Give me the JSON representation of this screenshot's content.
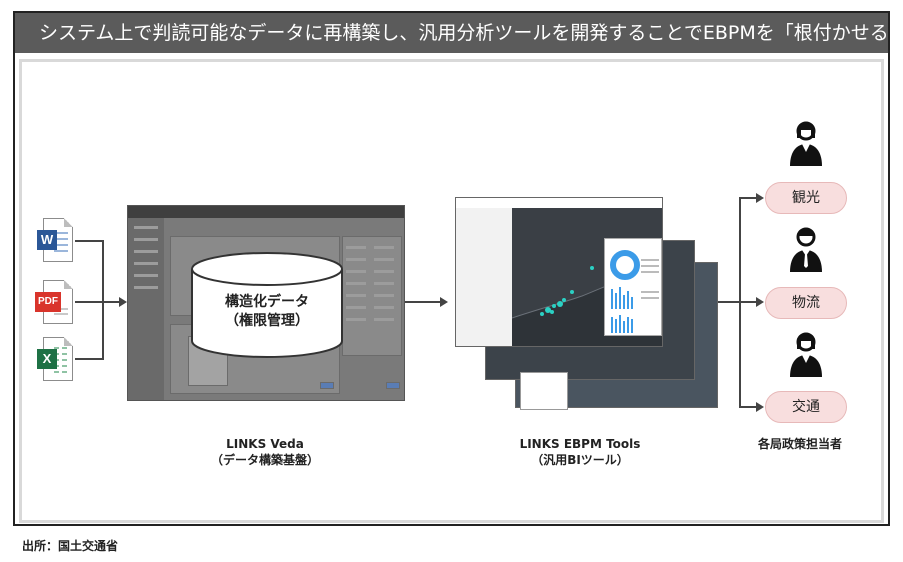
{
  "title": "システム上で判読可能なデータに再構築し、汎用分析ツールを開発することでEBPMを「根付かせる」",
  "inputs": {
    "files": [
      {
        "type": "word",
        "badge": "W",
        "icon": "word-file-icon"
      },
      {
        "type": "pdf",
        "badge": "PDF",
        "icon": "pdf-file-icon"
      },
      {
        "type": "excel",
        "badge": "X",
        "icon": "excel-file-icon"
      }
    ]
  },
  "veda": {
    "cylinder_line1": "構造化データ",
    "cylinder_line2": "（権限管理）",
    "name": "LINKS Veda",
    "sub": "（データ構築基盤）"
  },
  "ebpm": {
    "name": "LINKS EBPM Tools",
    "sub": "（汎用BIツール）"
  },
  "officials": {
    "roles": [
      "観光",
      "物流",
      "交通"
    ],
    "caption": "各局政策担当者"
  },
  "source": "出所：国土交通省",
  "colors": {
    "title_bg": "#5b5b5b",
    "bubble_bg": "#f8dede",
    "arrow": "#444444"
  }
}
